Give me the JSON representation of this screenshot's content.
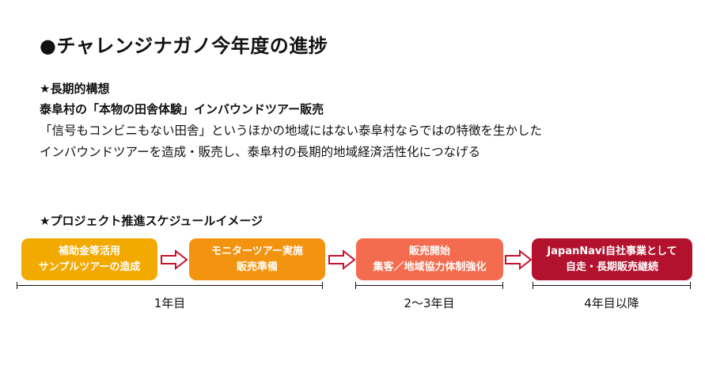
{
  "page": {
    "title": "●チャレンジナガノ今年度の進捗"
  },
  "vision": {
    "heading": "★長期的構想",
    "subheading": "泰阜村の「本物の田舎体験」インバウンドツアー販売",
    "lines": [
      "「信号もコンビニもない田舎」というほかの地域にはない泰阜村ならではの特徴を生かした",
      "インバウンドツアーを造成・販売し、泰阜村の長期的地域経済活性化につなげる"
    ]
  },
  "schedule": {
    "heading": "★プロジェクト推進スケジュールイメージ",
    "steps": [
      {
        "lines": [
          "補助金等活用",
          "サンプルツアーの造成"
        ],
        "color": "#F2A900"
      },
      {
        "lines": [
          "モニターツアー実施",
          "販売準備"
        ],
        "color": "#F39410"
      },
      {
        "lines": [
          "販売開始",
          "集客／地域協力体制強化"
        ],
        "color": "#F36C4F"
      },
      {
        "lines": [
          "JapanNavi自社事業として",
          "自走・長期販売継続"
        ],
        "color": "#B3122E"
      }
    ],
    "timeline": [
      {
        "label": "1年目"
      },
      {
        "label": "2〜3年目"
      },
      {
        "label": "4年目以降"
      }
    ],
    "arrow_color": "#C8102E"
  }
}
